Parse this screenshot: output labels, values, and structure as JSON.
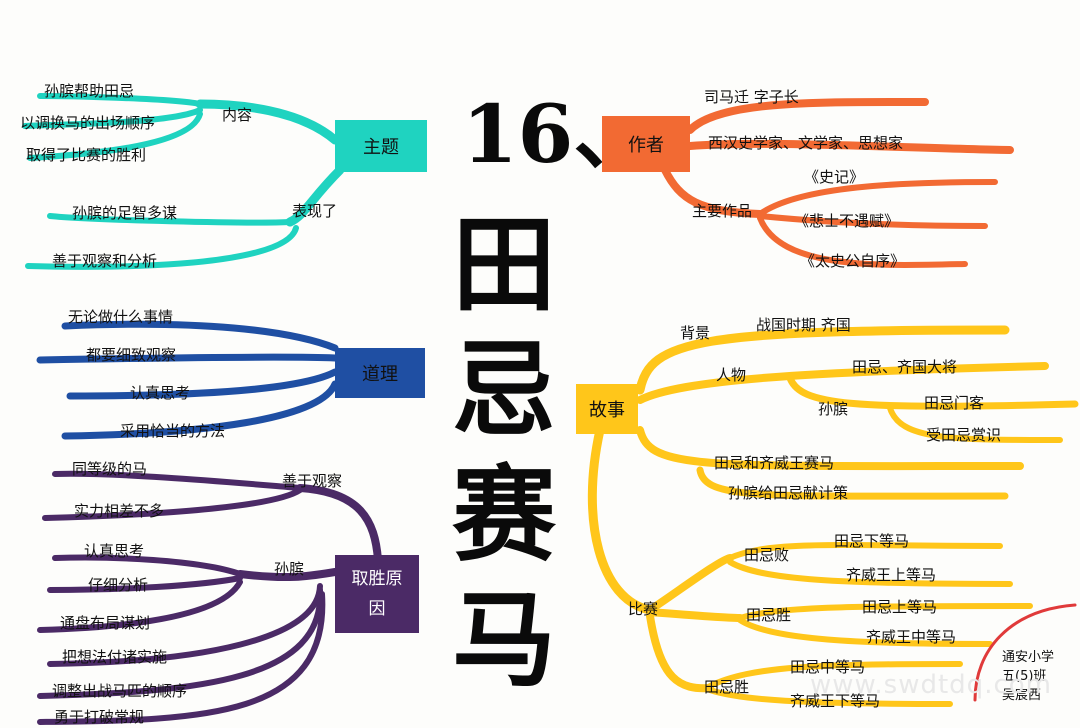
{
  "title": {
    "number": "16、",
    "characters": [
      "田",
      "忌",
      "赛",
      "马"
    ]
  },
  "colors": {
    "theme": "#1fd3c0",
    "reason": "#1f4fa3",
    "cause": "#4b2a66",
    "author": "#f26a33",
    "story": "#ffc61a",
    "stamp": "#e03a3a"
  },
  "theme": {
    "label": "主题",
    "content_label": "内容",
    "content_items": [
      "孙膑帮助田忌",
      "以调换马的出场顺序",
      "取得了比赛的胜利"
    ],
    "show_label": "表现了",
    "show_items": [
      "孙膑的足智多谋",
      "善于观察和分析"
    ]
  },
  "reason": {
    "label": "道理",
    "items": [
      "无论做什么事情",
      "都要细致观察",
      "认真思考",
      "采用恰当的方法"
    ]
  },
  "cause": {
    "label": "取胜原因",
    "observe_label": "善于观察",
    "observe_items": [
      "同等级的马",
      "实力相差不多"
    ],
    "sunbin_label": "孙膑",
    "sunbin_items": [
      "认真思考",
      "仔细分析",
      "通盘布局谋划",
      "把想法付诸实施",
      "调整出战马匹的顺序",
      "勇于打破常规"
    ]
  },
  "author": {
    "label": "作者",
    "name": "司马迁  字子长",
    "title": "西汉史学家、文学家、思想家",
    "works_label": "主要作品",
    "works": [
      "《史记》",
      "《悲士不遇赋》",
      "《太史公自序》"
    ]
  },
  "story": {
    "label": "故事",
    "background_label": "背景",
    "background": "战国时期 齐国",
    "people_label": "人物",
    "tianji": "田忌、齐国大将",
    "sunbin_label": "孙膑",
    "sunbin_items": [
      "田忌门客",
      "受田忌赏识"
    ],
    "events": [
      "田忌和齐威王赛马",
      "孙膑给田忌献计策"
    ],
    "match_label": "比赛",
    "match": [
      {
        "label": "田忌败",
        "items": [
          "田忌下等马",
          "齐威王上等马"
        ]
      },
      {
        "label": "田忌胜",
        "items": [
          "田忌上等马",
          "齐威王中等马"
        ]
      },
      {
        "label": "田忌胜",
        "items": [
          "田忌中等马",
          "齐威王下等马"
        ]
      }
    ]
  },
  "stamp": [
    "通安小学",
    "五(5)班",
    "吴宸西"
  ],
  "watermark": "www.swdtdq.com"
}
